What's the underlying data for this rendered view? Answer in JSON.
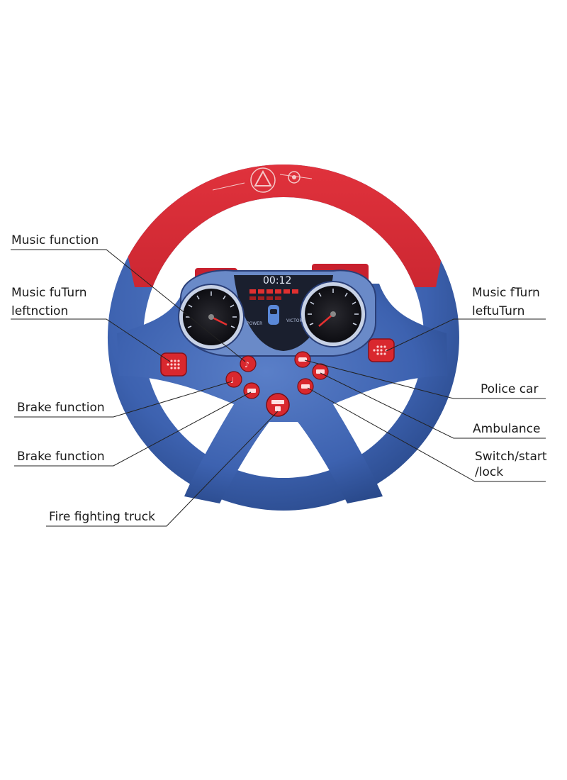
{
  "colors": {
    "rim_red": "#c8202e",
    "body_blue": "#3d62b0",
    "button_red": "#d9282e",
    "dash_dark": "#1a1f2e",
    "leader_line": "#222222"
  },
  "dashboard": {
    "clock": "00:12",
    "left_text": "POWER",
    "right_text": "VICTORY"
  },
  "labels": {
    "music_function": "Music function",
    "music_left_line1": "Music fuTurn",
    "music_left_line2": "leftnction",
    "music_right_line1": "Music fTurn",
    "music_right_line2": "leftuTurn",
    "brake_function_1": "Brake function",
    "brake_function_2": "Brake function",
    "fire_truck": "Fire fighting truck",
    "police_car": "Police car",
    "ambulance": "Ambulance",
    "switch_line1": "Switch/start",
    "switch_line2": "/lock"
  }
}
